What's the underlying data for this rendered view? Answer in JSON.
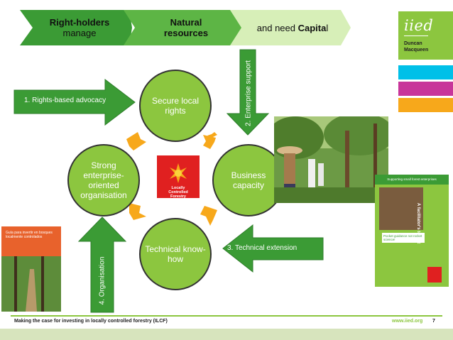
{
  "chevrons": [
    {
      "line1": "Right-holders",
      "line2": "manage"
    },
    {
      "line1": "Natural",
      "line2": "resources"
    },
    {
      "prefix": "and need ",
      "bold": "Capita",
      "suffix": "l"
    }
  ],
  "logo": {
    "text": "iied",
    "author_line1": "Duncan",
    "author_line2": "Macqueen"
  },
  "colors": {
    "green": "#8cc63f",
    "dark_green": "#3b9b35",
    "light_green": "#d7e4bd",
    "orange": "#f7a81b",
    "cyan": "#00c0e8",
    "magenta": "#c8359a"
  },
  "circles": {
    "secure": "Secure local rights",
    "business": "Business capacity",
    "technical": "Technical know-how",
    "strong": "Strong enterprise-oriented organisation"
  },
  "arrows": {
    "advocacy": "1. Rights-based advocacy",
    "enterprise": "2. Enterprise support",
    "extension": "3. Technical extension",
    "organisation": "4. Organisation"
  },
  "center_logo": {
    "line1": "Locally",
    "line2": "Controlled",
    "line3": "Forestry"
  },
  "book_left": {
    "title": "Guía para invertir en bosques localmente controlados"
  },
  "book_right": {
    "title": "Supporting small forest enterprises",
    "side": "A facilitator's toolkit",
    "sub": "Pocket guidance not rocket science!"
  },
  "footer": {
    "left": "Making the case for investing in locally controlled forestry (ILCF)",
    "url": "www.iied.org",
    "page": "7"
  }
}
